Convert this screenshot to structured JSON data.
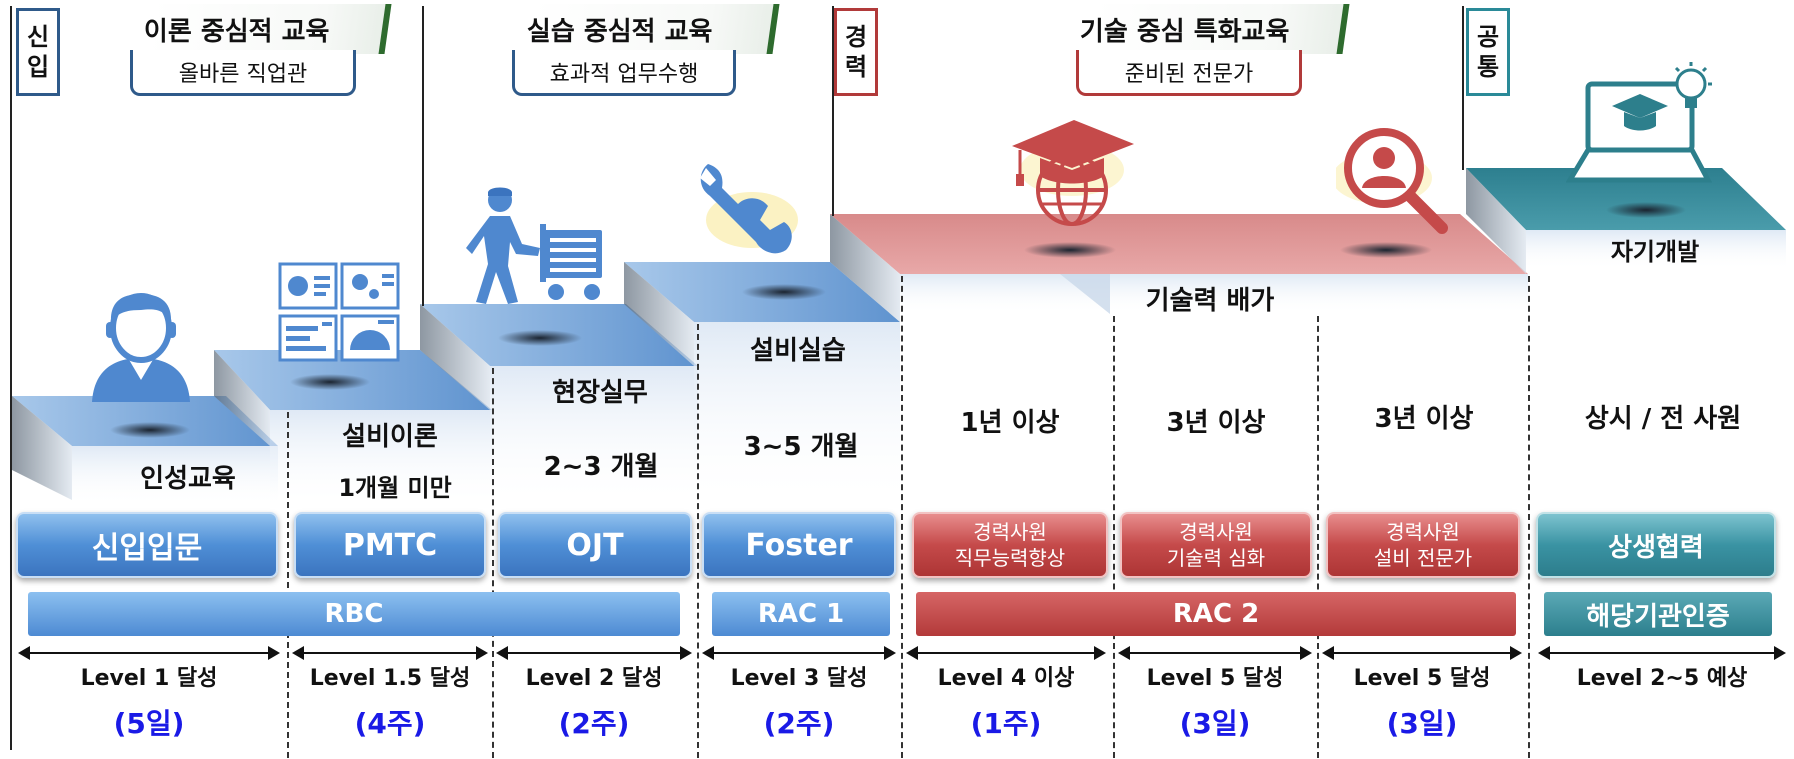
{
  "sections": {
    "new": {
      "tag": "신\n입",
      "banner": "이론 중심적 교육",
      "subtitle": "올바른 직업관"
    },
    "practice": {
      "banner": "실습 중심적 교육",
      "subtitle": "효과적 업무수행"
    },
    "career": {
      "tag": "경\n력",
      "banner": "기술 중심 특화교육",
      "subtitle": "준비된 전문가"
    },
    "common": {
      "tag": "공\n통"
    }
  },
  "steps": [
    {
      "title": "인성교육",
      "period": ""
    },
    {
      "title": "설비이론",
      "period": "1개월 미만"
    },
    {
      "title": "현장실무",
      "period": "2~3 개월"
    },
    {
      "title": "설비실습",
      "period": "3~5 개월"
    }
  ],
  "career_platform": {
    "title": "기술력 배가",
    "periods": [
      "1년 이상",
      "3년 이상",
      "3년 이상"
    ]
  },
  "common_platform": {
    "title": "자기개발",
    "period": "상시 / 전 사원"
  },
  "programs": [
    {
      "label": "신입입문",
      "color": "blue"
    },
    {
      "label": "PMTC",
      "color": "blue"
    },
    {
      "label": "OJT",
      "color": "blue"
    },
    {
      "label": "Foster",
      "color": "blue"
    },
    {
      "label": "경력사원\n직무능력향상",
      "color": "red"
    },
    {
      "label": "경력사원\n기술력 심화",
      "color": "red"
    },
    {
      "label": "경력사원\n설비 전문가",
      "color": "red"
    },
    {
      "label": "상생협력",
      "color": "teal"
    }
  ],
  "bars": [
    {
      "label": "RBC",
      "color": "blue"
    },
    {
      "label": "RAC 1",
      "color": "blue"
    },
    {
      "label": "RAC 2",
      "color": "red"
    },
    {
      "label": "해당기관인증",
      "color": "teal"
    }
  ],
  "levels": [
    "Level 1 달성",
    "Level 1.5 달성",
    "Level 2 달성",
    "Level 3 달성",
    "Level 4 이상",
    "Level 5 달성",
    "Level 5 달성",
    "Level 2~5 예상"
  ],
  "durations": [
    "(5일)",
    "(4주)",
    "(2주)",
    "(2주)",
    "(1주)",
    "(3일)",
    "(3일)",
    ""
  ],
  "icons": [
    "person-icon",
    "dashboard-icon",
    "worker-cart-icon",
    "wrench-icon",
    "graduation-cap-globe-icon",
    "magnifier-person-icon",
    "laptop-cap-icon",
    "lightbulb-icon"
  ],
  "colors": {
    "blue": "#4f8fd6",
    "red": "#c54a4a",
    "teal": "#2d7d8c",
    "duration": "#1a1ae6"
  }
}
